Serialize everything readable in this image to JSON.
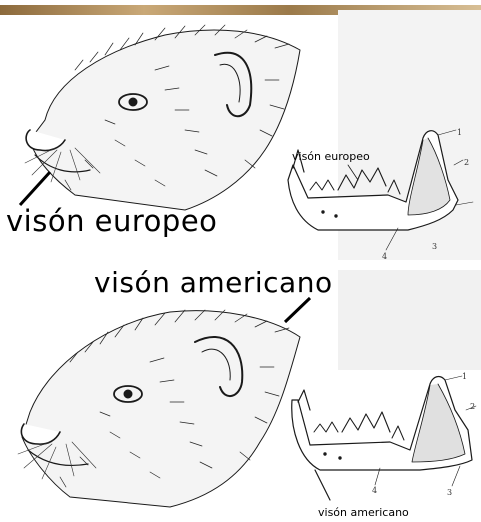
{
  "labels": {
    "european_large": "visón europeo",
    "american_large": "visón americano",
    "european_jaw": "visón europeo",
    "american_jaw": "visón americano"
  },
  "jaw_numbers": {
    "top": [
      "1",
      "2",
      "3",
      "4"
    ],
    "bottom": [
      "1",
      "2",
      "3",
      "4"
    ]
  },
  "colors": {
    "top_strip": "#b8976a",
    "side_panel": "#f3f3f3",
    "ink": "#1a1a1a"
  }
}
